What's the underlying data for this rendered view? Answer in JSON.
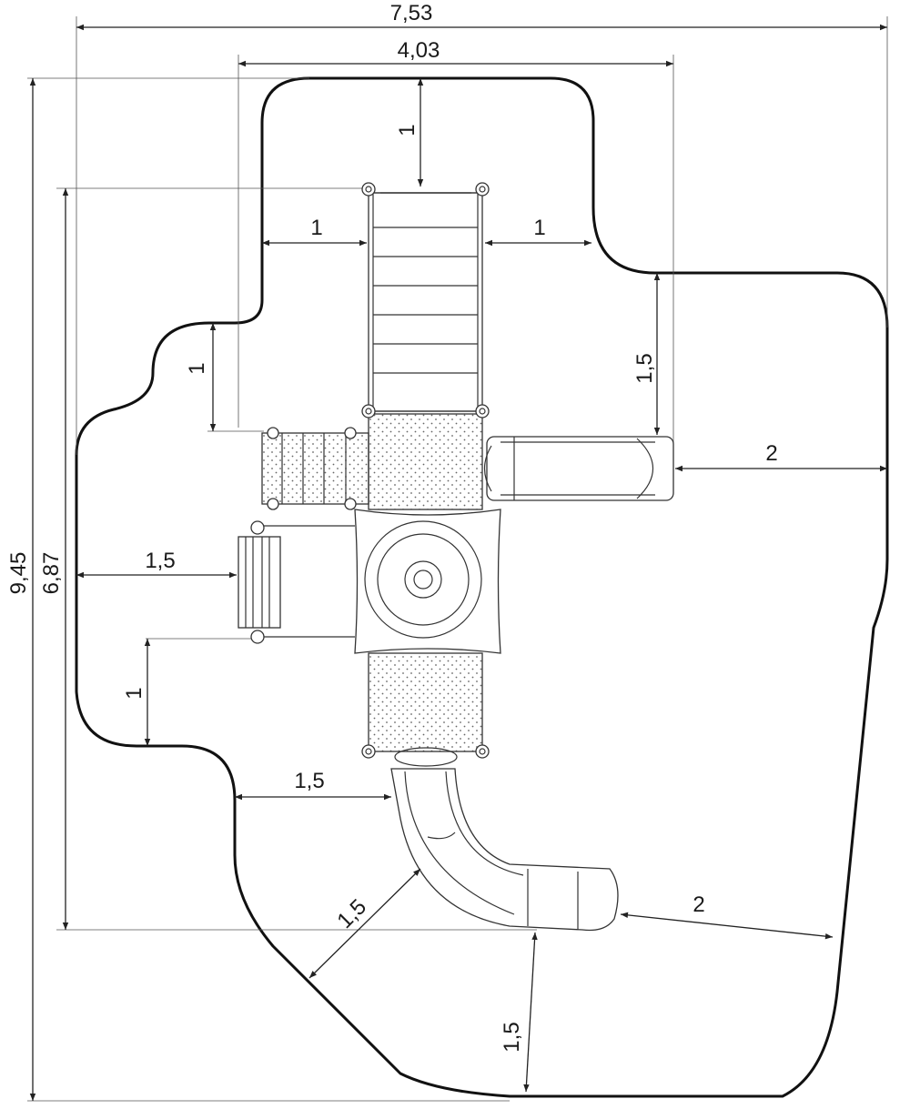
{
  "dimensions": {
    "overall_width": "7,53",
    "structure_width": "4,03",
    "overall_height": "9,45",
    "structure_height": "6,87",
    "top_clearance": "1",
    "left_upper_clearance": "1",
    "right_upper_clearance": "1",
    "right_clearance_vertical": "1,5",
    "left_side_step": "1",
    "right_slide_clearance": "2",
    "left_panel_clearance": "1,5",
    "left_lower_step": "1",
    "lower_left_clearance": "1,5",
    "diagonal_clearance": "1,5",
    "slide_exit_clearance": "2",
    "bottom_clearance": "1,5"
  }
}
